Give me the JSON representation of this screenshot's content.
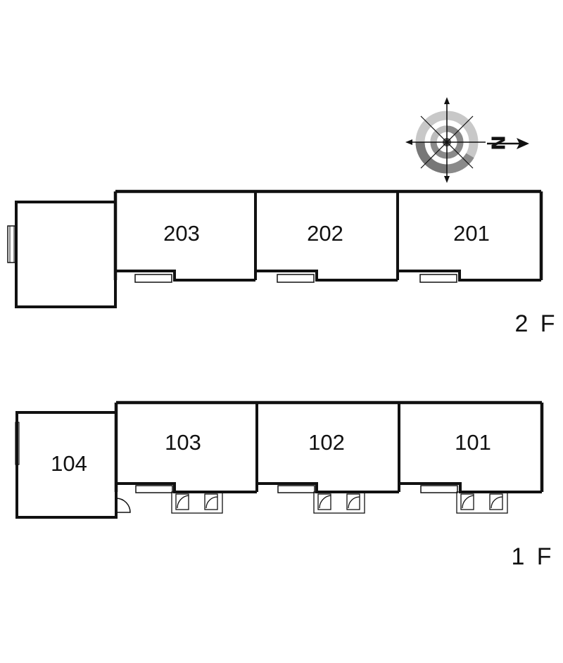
{
  "floors": [
    {
      "label": "2 F",
      "rooms": [
        "203",
        "202",
        "201"
      ],
      "annex_label": ""
    },
    {
      "label": "1 F",
      "rooms": [
        "103",
        "102",
        "101"
      ],
      "annex_label": "104"
    }
  ],
  "compass": {
    "north_label": "N",
    "icon": "compass-rose-icon"
  },
  "colors": {
    "wall": "#111111",
    "background": "#ffffff",
    "compass_ring_light": "#c8c8c8",
    "compass_ring_dark": "#777777"
  }
}
